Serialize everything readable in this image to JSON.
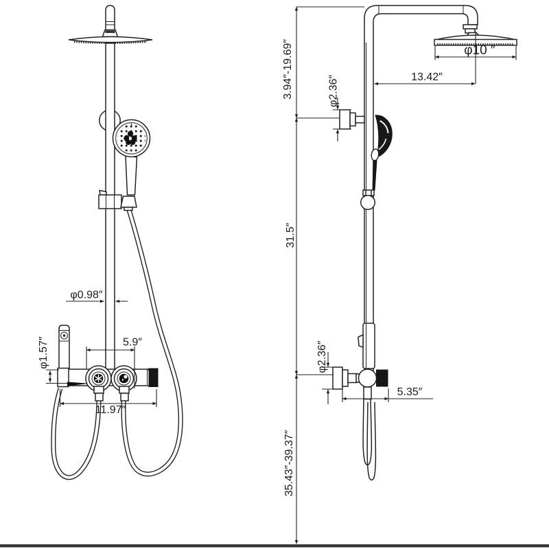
{
  "diagram": {
    "background": "#ffffff",
    "line_color": "#222222",
    "dark_fill_color": "#161616",
    "ground_line_color": "#333333",
    "front_view": {
      "dims": {
        "pipe_diameter": "φ0.98″",
        "handle_spacing": "5.9″",
        "body_diameter": "φ1.57″",
        "body_width": "11.97″"
      }
    },
    "side_view": {
      "dims": {
        "arm_height_range": "3.94″-19.69″",
        "head_offset": "13.42″",
        "head_diameter": "φ10 ″",
        "upper_flange_diameter": "φ2.36″",
        "bar_length": "31.5″",
        "lower_flange_diameter": "φ2.36″",
        "valve_width": "5.35″",
        "mount_height_range": "35.43″-39.37″"
      }
    }
  }
}
